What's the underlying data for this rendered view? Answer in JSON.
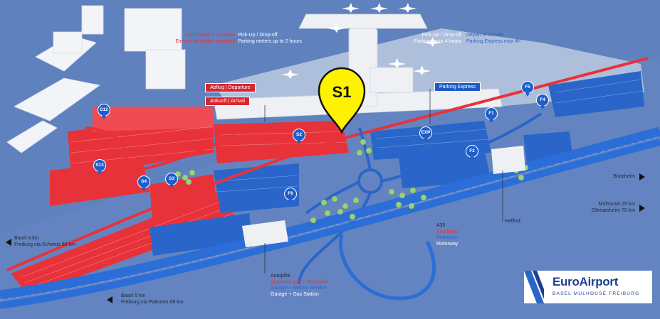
{
  "colors": {
    "background": "#5f82bf",
    "red_zone": "#e8323a",
    "blue_zone": "#2a66c9",
    "highway": "#2b6ed8",
    "marker_yellow": "#fff200",
    "building": "#eef0f4",
    "trees": "#9bd07a"
  },
  "highlight_marker": {
    "label": "S1",
    "icon": "map-pin-marker"
  },
  "terminal_signs": {
    "departure": "Abflug | Departure",
    "arrival": "Ankunft | Arrival",
    "express": "Parking Express"
  },
  "info_texts": {
    "red_de_line1": "Parkometer 2 Stunden",
    "red_de_line2": "Ein-und Ausladen gestattet",
    "red_en_line1": "Pick-Up / Drop-off",
    "red_en_line2": "Parking meters up to 2 hours",
    "blue_en_line1": "Pick-Up / Drop-off",
    "blue_en_line2": "Parking up to 4 hours",
    "blue_fr_line1": "Départ et Arrivée",
    "blue_fr_line2": "Parking Express max 4h"
  },
  "parking_pins": [
    {
      "label": "S12",
      "zone": "red"
    },
    {
      "label": "S13",
      "zone": "red"
    },
    {
      "label": "S4",
      "zone": "red"
    },
    {
      "label": "S3",
      "zone": "red"
    },
    {
      "label": "S2",
      "zone": "red"
    },
    {
      "label": "F6",
      "zone": "blue"
    },
    {
      "label": "EXP",
      "zone": "blue"
    },
    {
      "label": "F1",
      "zone": "blue"
    },
    {
      "label": "F3",
      "zone": "blue"
    },
    {
      "label": "F4",
      "zone": "blue"
    },
    {
      "label": "F5",
      "zone": "blue"
    }
  ],
  "directions": {
    "blotzheim": "Blotzheim",
    "mulhouse": "Mulhouse 25 km",
    "ottmarsheim": "Ottmarsheim 70 km",
    "basel_top": "Basel 4 km",
    "freiburg_schweiz": "Freiburg via Schweiz 80 km",
    "basel_bottom": "Basel 5 km",
    "freiburg_palmrain": "Freiburg via Palmrain 68 km"
  },
  "places": {
    "hellhof": "Hellhof",
    "motorway_name": "A35",
    "motorway_de": "Autobahn",
    "motorway_fr": "Autoroute",
    "motorway_en": "Motorway",
    "autopole_title": "Autopôle",
    "autopole_de": "Autowerkstatt + Tankstelle",
    "autopole_fr": "Garage + Station Service",
    "autopole_en": "Garage + Gas Station"
  },
  "logo": {
    "title": "EuroAirport",
    "subtitle": "BASEL  MULHOUSE  FREIBURG"
  }
}
